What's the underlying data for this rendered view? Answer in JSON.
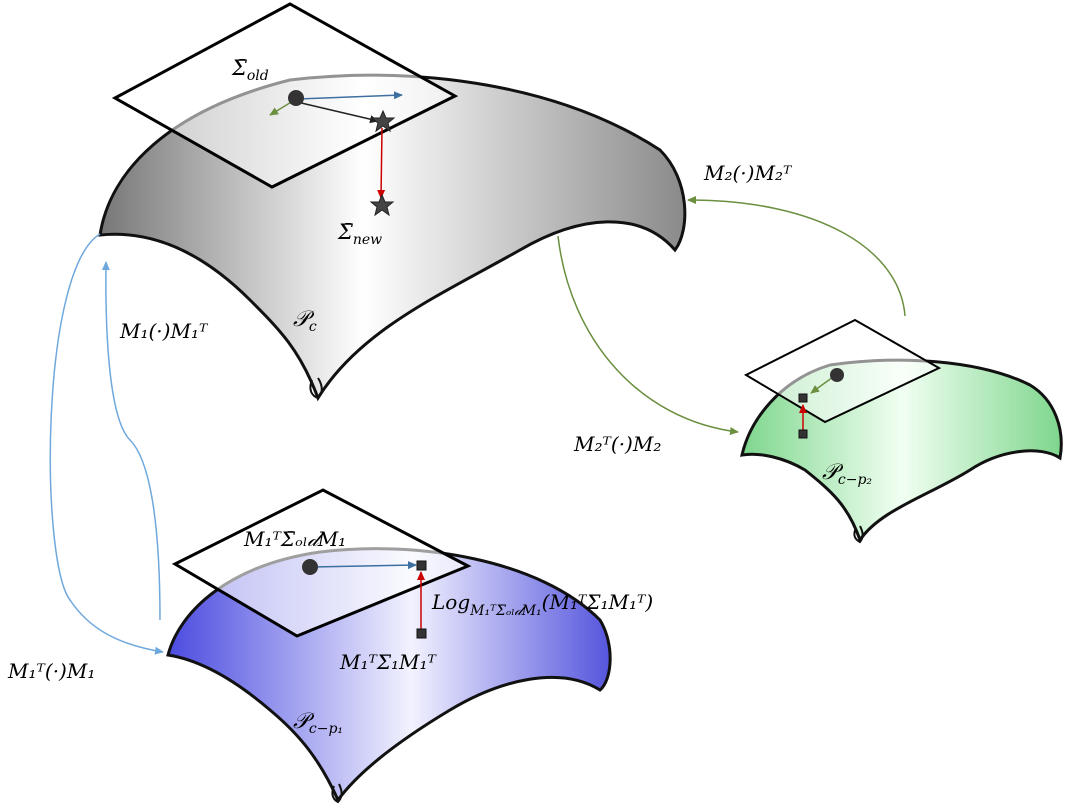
{
  "colors": {
    "blue_arrow": "#6fa8dc",
    "green_arrow": "#6a8f3f",
    "red_arrow": "#cc0000",
    "dark_arrow": "#222222",
    "manifold_gray": "#9a9a9a",
    "manifold_blue": "#4d4ddd",
    "manifold_green": "#7bd68a",
    "point": "#333333"
  },
  "labels": {
    "sigma_old": {
      "base": "Σ̄",
      "sub": "old"
    },
    "sigma_new": {
      "base": "Σ̄",
      "sub": "new"
    },
    "p_c": {
      "base": "𝒫",
      "sub": "c"
    },
    "p_c_p1": {
      "base": "𝒫",
      "sub": "c−p₁"
    },
    "p_c_p2": {
      "base": "𝒫",
      "sub": "c−p₂"
    },
    "map_m2_up": "M₂(·)M₂ᵀ",
    "map_m2_down": "M₂ᵀ(·)M₂",
    "map_m1_up": "M₁(·)M₁ᵀ",
    "map_m1_down": "M₁ᵀ(·)M₁",
    "proj_sigma_old": "M₁ᵀΣ̄ₒₗ𝒹M₁",
    "proj_sigma1": "M₁ᵀΣ₁M₁ᵀ",
    "log_label": {
      "base": "Log",
      "sub": "M₁ᵀΣ̄ₒₗ𝒹M₁",
      "arg": "(M₁ᵀΣ₁M₁ᵀ)"
    }
  },
  "icons": {
    "current_point": "filled-circle",
    "updated_point": "star",
    "projected_point": "filled-square"
  }
}
